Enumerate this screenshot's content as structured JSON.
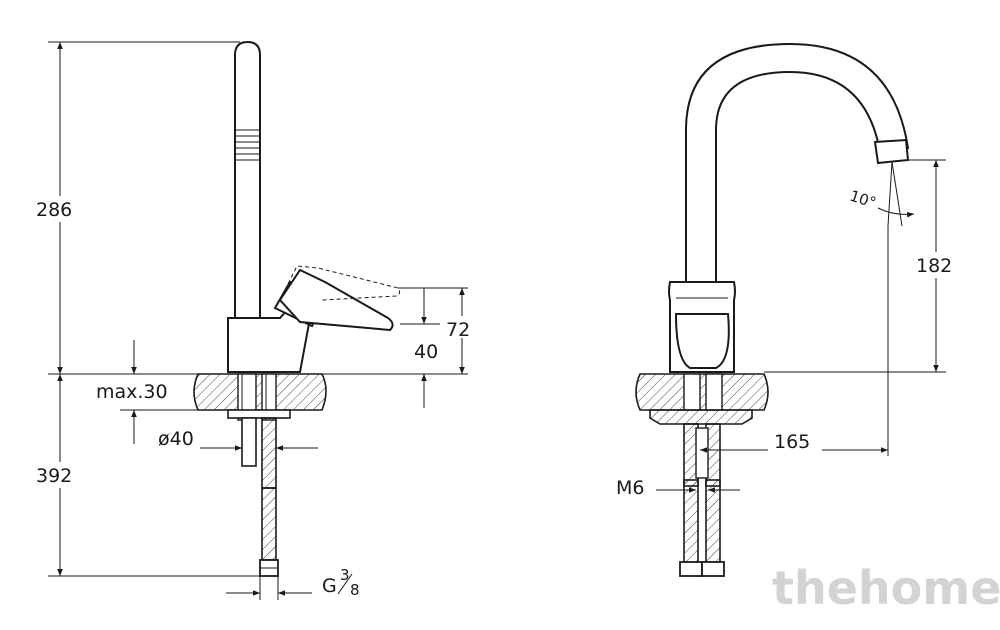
{
  "dimensions": {
    "height_total": "286",
    "under_counter": "392",
    "max_thickness": "max.30",
    "hole_diameter": "ø40",
    "lever_height_72": "72",
    "lever_height_40": "40",
    "spout_height": "182",
    "spout_reach": "165",
    "spout_angle": "10°",
    "stud_thread": "M6",
    "connection_g": "G",
    "connection_num": "3",
    "connection_den": "8"
  },
  "watermark": "thehome",
  "colors": {
    "line": "#1a1a1a",
    "watermark": "#d3d3d3"
  }
}
